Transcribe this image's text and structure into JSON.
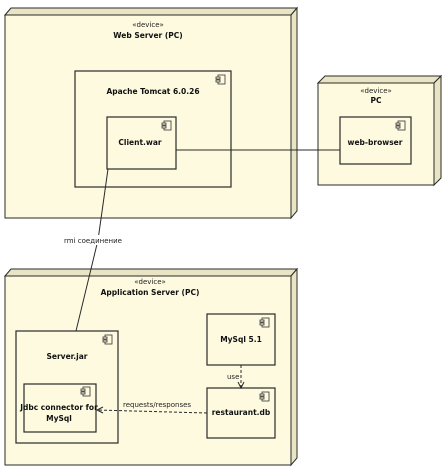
{
  "nodes": {
    "web_server": {
      "stereotype": "«device»",
      "title": "Web Server (PC)"
    },
    "pc": {
      "stereotype": "«device»",
      "title": "PC"
    },
    "app_server": {
      "stereotype": "«device»",
      "title": "Application Server (PC)"
    }
  },
  "components": {
    "tomcat": "Apache Tomcat 6.0.26",
    "client_war": "Client.war",
    "web_browser": "web-browser",
    "server_jar": "Server.jar",
    "jdbc_line1": "Jdbc connector for",
    "jdbc_line2": "MySql",
    "mysql": "MySql 5.1",
    "restaurant_db": "restaurant.db"
  },
  "connectors": {
    "rmi": "rmi соединение",
    "use": "use",
    "requests": "requests/responses"
  }
}
